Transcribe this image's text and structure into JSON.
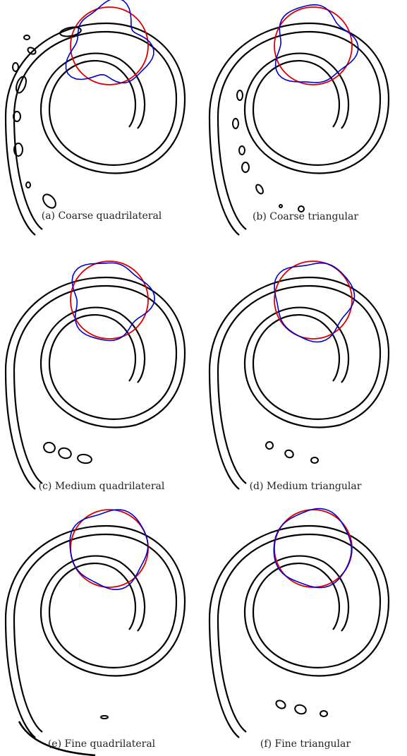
{
  "figure": {
    "panels": [
      {
        "label": "(a)",
        "caption": "Coarse quadrilateral",
        "detached": [
          [
            30,
            120,
            6,
            12,
            20
          ],
          [
            24,
            165,
            5,
            7,
            0
          ],
          [
            26,
            212,
            6,
            9,
            0
          ],
          [
            40,
            262,
            3,
            4,
            0
          ],
          [
            70,
            285,
            7,
            11,
            -40
          ],
          [
            22,
            95,
            4,
            6,
            0
          ],
          [
            45,
            72,
            6,
            4,
            30
          ],
          [
            38,
            53,
            4,
            3,
            0
          ],
          [
            100,
            45,
            15,
            6,
            -10
          ]
        ],
        "tail": false
      },
      {
        "label": "(b)",
        "caption": "Coarse triangular",
        "detached": [
          [
            340,
            135,
            4,
            7,
            0
          ],
          [
            334,
            175,
            4,
            7,
            0
          ],
          [
            343,
            213,
            4,
            6,
            0
          ],
          [
            348,
            237,
            5,
            7,
            0
          ],
          [
            368,
            268,
            4,
            7,
            -30
          ],
          [
            398,
            292,
            2,
            2,
            0
          ],
          [
            427,
            296,
            4,
            4,
            0
          ]
        ],
        "tail": false
      },
      {
        "label": "(c)",
        "caption": "Medium quadrilateral",
        "detached": [
          [
            70,
            634,
            8,
            7,
            20
          ],
          [
            92,
            642,
            9,
            7,
            20
          ],
          [
            120,
            650,
            10,
            6,
            10
          ]
        ],
        "tail": false
      },
      {
        "label": "(d)",
        "caption": "Medium triangular",
        "detached": [
          [
            382,
            631,
            5,
            5,
            30
          ],
          [
            410,
            643,
            6,
            5,
            30
          ],
          [
            446,
            652,
            5,
            4,
            0
          ]
        ],
        "tail": false
      },
      {
        "label": "(e)",
        "caption": "Fine quadrilateral",
        "detached": [
          [
            148,
            1016,
            5,
            2,
            0
          ]
        ],
        "tail": true
      },
      {
        "label": "(f)",
        "caption": "Fine triangular",
        "detached": [
          [
            398,
            998,
            7,
            5,
            30
          ],
          [
            426,
            1005,
            8,
            6,
            20
          ],
          [
            459,
            1011,
            5,
            4,
            0
          ]
        ],
        "tail": false
      }
    ],
    "colors": {
      "interface": "#000000",
      "reference": "#dd0000",
      "computed": "#0000cc"
    }
  }
}
